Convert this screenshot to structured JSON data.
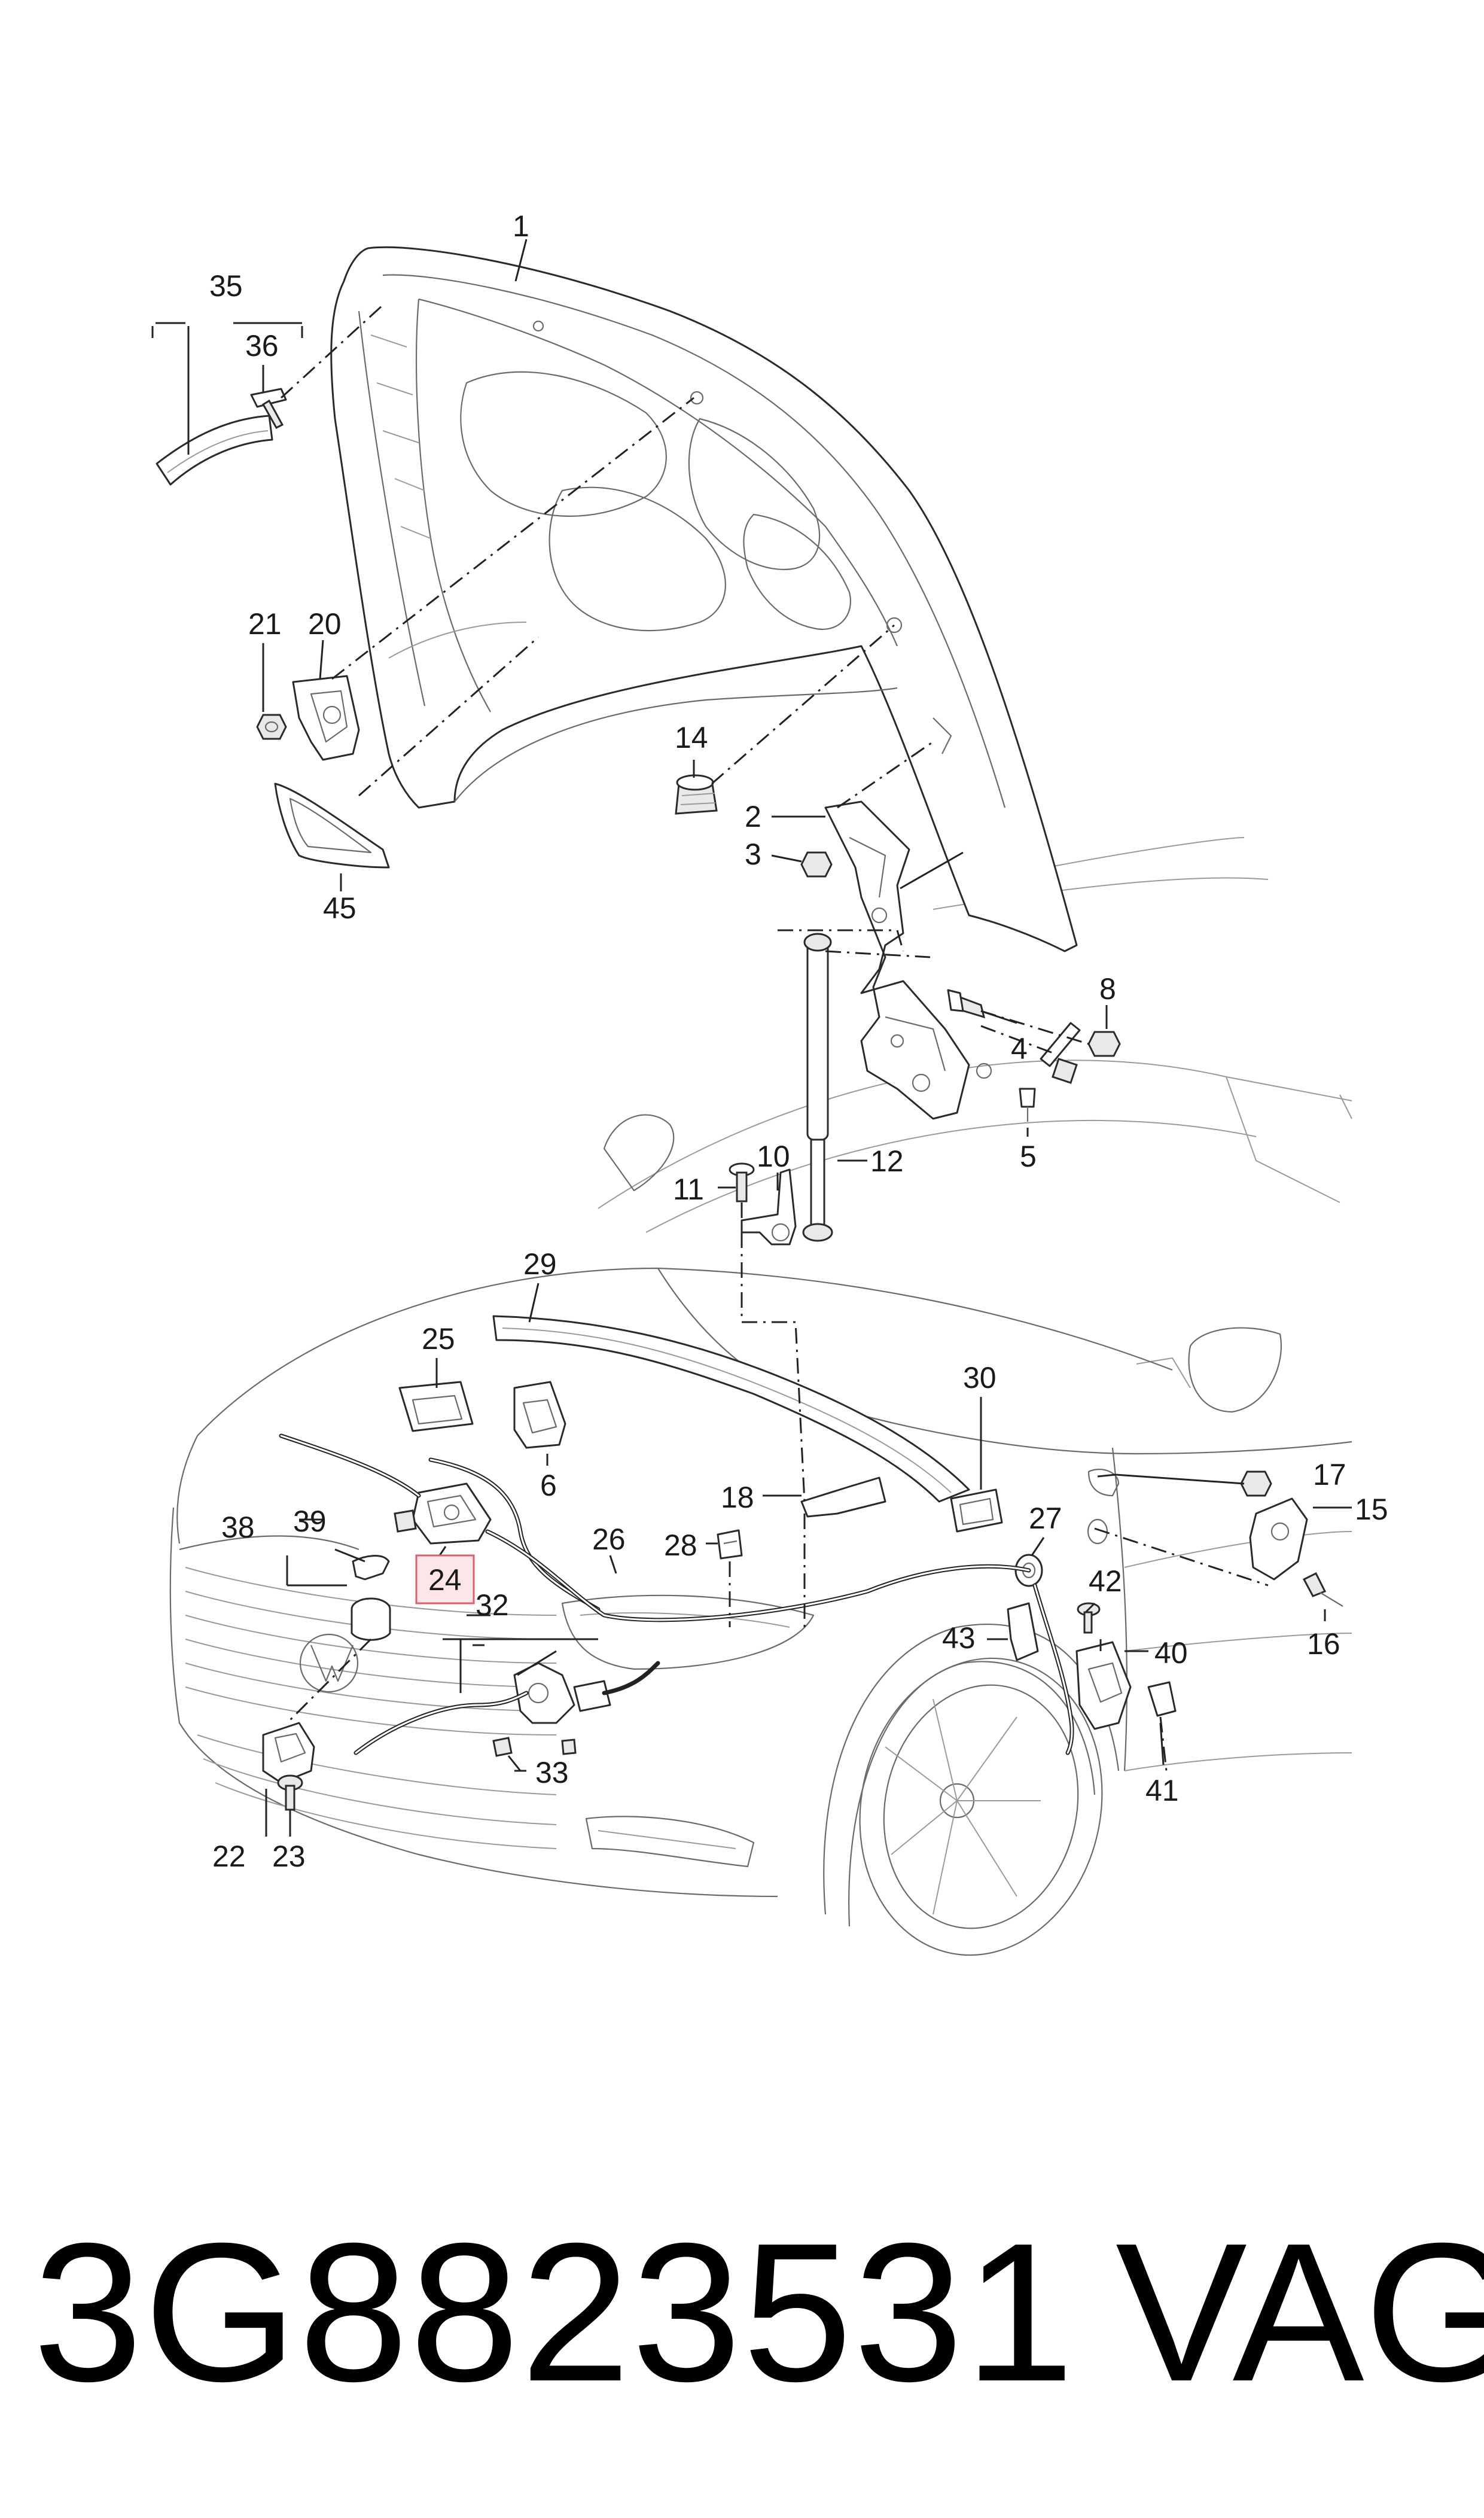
{
  "diagram": {
    "callouts": [
      {
        "id": "c1",
        "text": "1"
      },
      {
        "id": "c2",
        "text": "2"
      },
      {
        "id": "c3",
        "text": "3"
      },
      {
        "id": "c4",
        "text": "4"
      },
      {
        "id": "c5",
        "text": "5"
      },
      {
        "id": "c6",
        "text": "6"
      },
      {
        "id": "c8",
        "text": "8"
      },
      {
        "id": "c10",
        "text": "10"
      },
      {
        "id": "c11",
        "text": "11"
      },
      {
        "id": "c12",
        "text": "12"
      },
      {
        "id": "c14",
        "text": "14"
      },
      {
        "id": "c15",
        "text": "15"
      },
      {
        "id": "c16",
        "text": "16"
      },
      {
        "id": "c17",
        "text": "17"
      },
      {
        "id": "c18",
        "text": "18"
      },
      {
        "id": "c20",
        "text": "20"
      },
      {
        "id": "c21",
        "text": "21"
      },
      {
        "id": "c22",
        "text": "22"
      },
      {
        "id": "c23",
        "text": "23"
      },
      {
        "id": "c24",
        "text": "24"
      },
      {
        "id": "c25",
        "text": "25"
      },
      {
        "id": "c26",
        "text": "26"
      },
      {
        "id": "c27",
        "text": "27"
      },
      {
        "id": "c28",
        "text": "28"
      },
      {
        "id": "c29",
        "text": "29"
      },
      {
        "id": "c30",
        "text": "30"
      },
      {
        "id": "c32",
        "text": "32"
      },
      {
        "id": "c33",
        "text": "33"
      },
      {
        "id": "c35",
        "text": "35"
      },
      {
        "id": "c36",
        "text": "36"
      },
      {
        "id": "c38",
        "text": "38"
      },
      {
        "id": "c39",
        "text": "39"
      },
      {
        "id": "c40",
        "text": "40"
      },
      {
        "id": "c41",
        "text": "41"
      },
      {
        "id": "c42",
        "text": "42"
      },
      {
        "id": "c43",
        "text": "43"
      },
      {
        "id": "c45",
        "text": "45"
      }
    ],
    "highlighted_callout": "24",
    "highlight_color": "#d9616f"
  },
  "footer": {
    "part_number": "3G8823531",
    "brand": "VAG"
  }
}
